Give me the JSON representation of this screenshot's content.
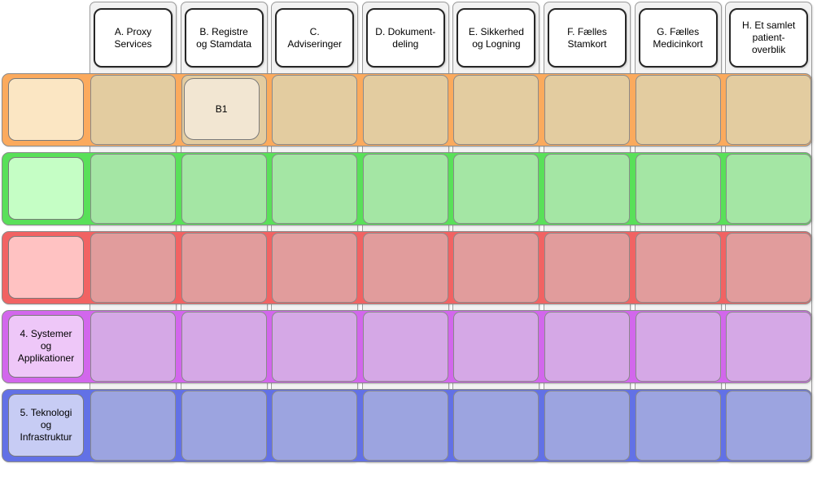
{
  "diagram": {
    "background_color": "#FFFFFF",
    "lane_fill_color": "#F2F2F2",
    "column_header_fill_color": "#FFFFFF",
    "columns": [
      {
        "id": "A",
        "label": "A. Proxy\nServices"
      },
      {
        "id": "B",
        "label": "B. Registre\nog Stamdata"
      },
      {
        "id": "C",
        "label": "C.\nAdviseringer"
      },
      {
        "id": "D",
        "label": "D. Dokument-\ndeling"
      },
      {
        "id": "E",
        "label": "E. Sikkerhed\nog Logning"
      },
      {
        "id": "F",
        "label": "F. Fælles\nStamkort"
      },
      {
        "id": "G",
        "label": "G. Fælles\nMedicinkort"
      },
      {
        "id": "H",
        "label": "H. Et samlet\npatient-\noverblik"
      }
    ],
    "rows": [
      {
        "id": "1",
        "label": "",
        "band_color": "#FBAA5D",
        "header_color": "#FBE6C3",
        "cell_color": "#E3CCA0"
      },
      {
        "id": "2",
        "label": "",
        "band_color": "#59E059",
        "header_color": "#C5FEC5",
        "cell_color": "#A4E6A4"
      },
      {
        "id": "3",
        "label": "",
        "band_color": "#F16363",
        "header_color": "#FFC2C2",
        "cell_color": "#E19C9C"
      },
      {
        "id": "4",
        "label": "4. Systemer\nog\nApplikationer",
        "band_color": "#D267EC",
        "header_color": "#EEC7F8",
        "cell_color": "#D5A8E6"
      },
      {
        "id": "5",
        "label": "5. Teknologi\nog\nInfrastruktur",
        "band_color": "#6271E6",
        "header_color": "#C7CCF4",
        "cell_color": "#9CA4E0"
      }
    ],
    "items": [
      {
        "id": "B1",
        "label": "B1",
        "column": "B",
        "row": "1",
        "fill_color": "#F2E6D2"
      }
    ]
  }
}
